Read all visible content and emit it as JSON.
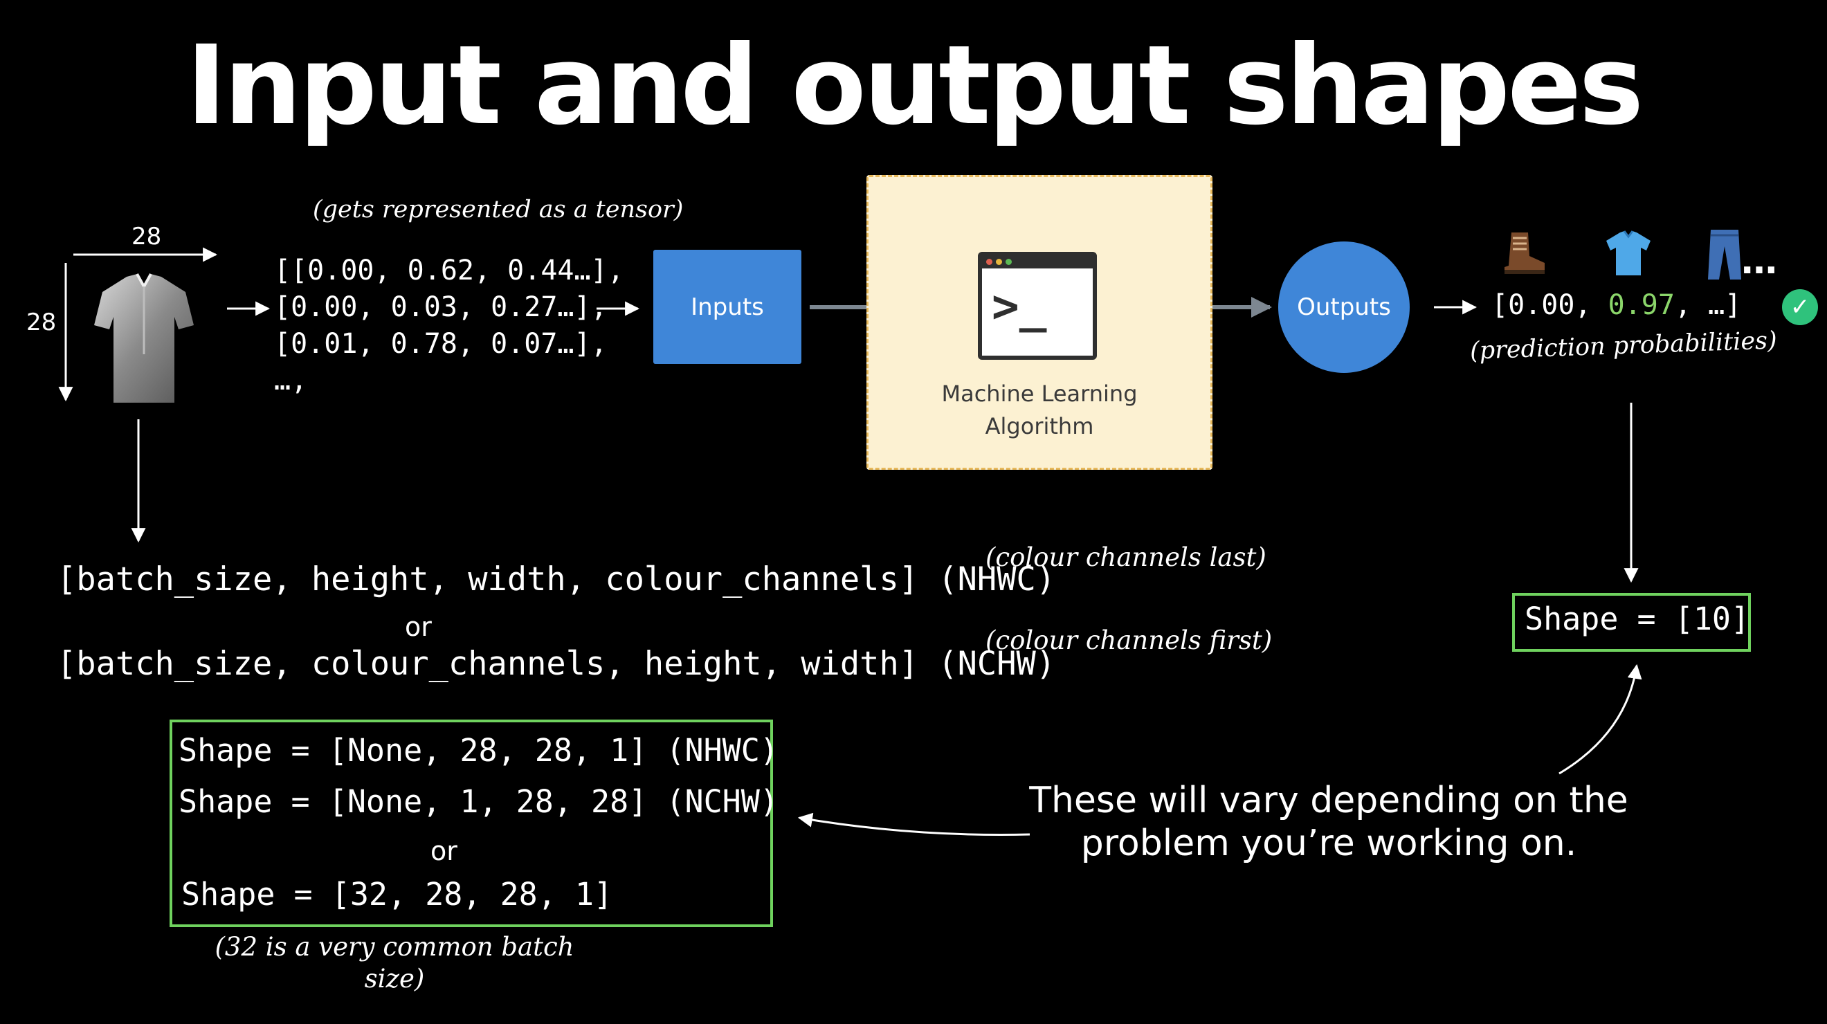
{
  "title": "Input and output shapes",
  "image": {
    "width_label": "28",
    "height_label": "28",
    "icon": "shirt-icon"
  },
  "tensor": {
    "caption": "(gets represented as a tensor)",
    "rows": [
      "[[0.00, 0.62, 0.44…],",
      "[0.00, 0.03, 0.27…],",
      "[0.01, 0.78, 0.07…],",
      "…,"
    ]
  },
  "inputs_label": "Inputs",
  "algorithm": {
    "line1": "Machine Learning",
    "line2": "Algorithm",
    "icon": "terminal-icon"
  },
  "outputs_label": "Outputs",
  "output_icons": [
    "boot-icon",
    "shirt-icon",
    "jeans-icon"
  ],
  "output_ellipsis": "…",
  "probabilities": {
    "prefix": "[0.00, ",
    "highlight": "0.97",
    "suffix": ", …]",
    "caption": "(prediction probabilities)",
    "check_icon": "check-circle-icon"
  },
  "formats": {
    "nhwc": "[batch_size, height, width, colour_channels] (NHWC)",
    "nhwc_note": "(colour channels last)",
    "or": "or",
    "nchw": "[batch_size, colour_channels, height, width] (NCHW)",
    "nchw_note": "(colour channels first)"
  },
  "input_shapes": {
    "line1": "Shape = [None, 28, 28, 1] (NHWC)",
    "line2": "Shape = [None, 1, 28, 28] (NCHW)",
    "or": "or",
    "line3": "Shape = [32, 28, 28, 1]",
    "note": "(32 is a very common batch size)"
  },
  "output_shape": "Shape = [10]",
  "vary_note": "These will vary depending on the problem you’re working on.",
  "colors": {
    "background": "#000000",
    "box_blue": "#3f86d8",
    "algorithm_fill": "#fcf1d2",
    "algorithm_border": "#e7b85a",
    "highlight_green": "#6fd25e",
    "check_green": "#2fc27c",
    "arrow_grey": "#7d8791"
  }
}
